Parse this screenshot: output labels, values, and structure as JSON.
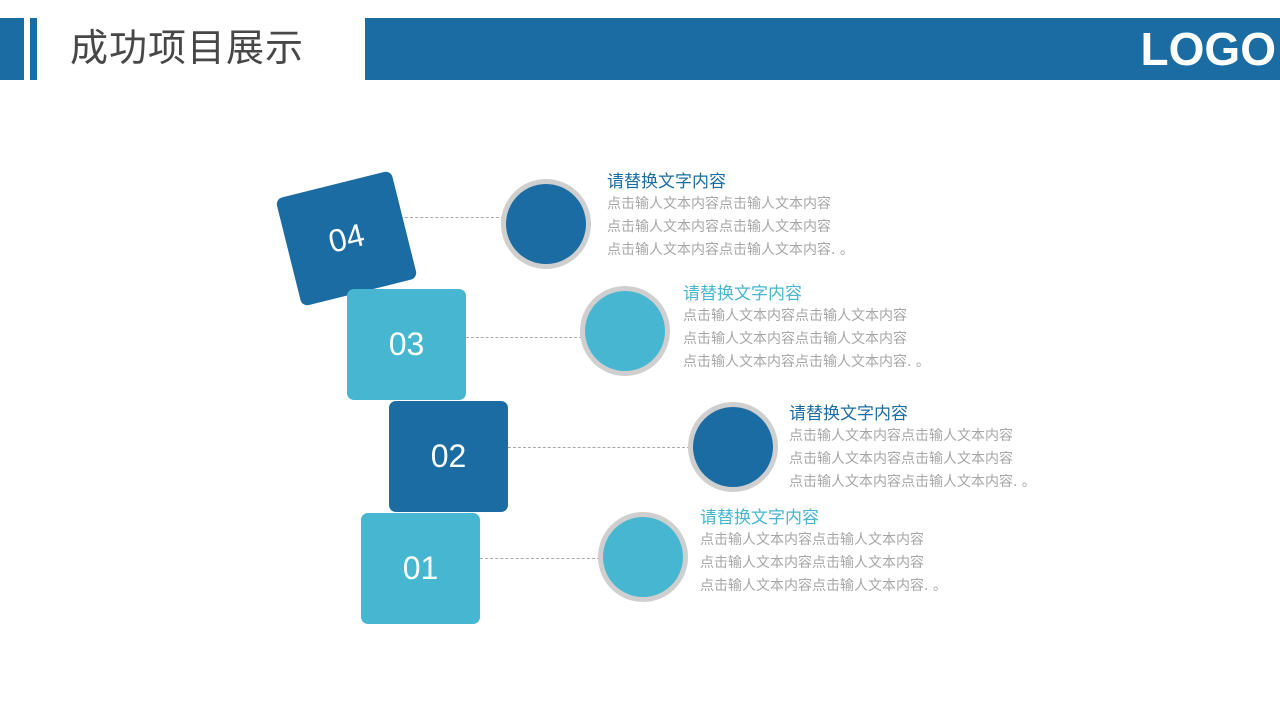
{
  "header": {
    "title": "成功项目展示",
    "logo": "LOGO"
  },
  "colors": {
    "primary": "#1a6ca3",
    "secondary": "#47b6d0",
    "title_text": "#474747",
    "body_text": "#a6a6a6",
    "ring": "#cfcfcf"
  },
  "items": [
    {
      "number": "04",
      "heading": "请替换文字内容",
      "lines": [
        "点击输人文本内容点击输人文本内容",
        "点击输人文本内容点击输人文本内容",
        "点击输人文本内容点击输人文本内容. 。"
      ]
    },
    {
      "number": "03",
      "heading": "请替换文字内容",
      "lines": [
        "点击输人文本内容点击输人文本内容",
        "点击输人文本内容点击输人文本内容",
        "点击输人文本内容点击输人文本内容. 。"
      ]
    },
    {
      "number": "02",
      "heading": "请替换文字内容",
      "lines": [
        "点击输人文本内容点击输人文本内容",
        "点击输人文本内容点击输人文本内容",
        "点击输人文本内容点击输人文本内容. 。"
      ]
    },
    {
      "number": "01",
      "heading": "请替换文字内容",
      "lines": [
        "点击输人文本内容点击输人文本内容",
        "点击输人文本内容点击输人文本内容",
        "点击输人文本内容点击输人文本内容. 。"
      ]
    }
  ]
}
